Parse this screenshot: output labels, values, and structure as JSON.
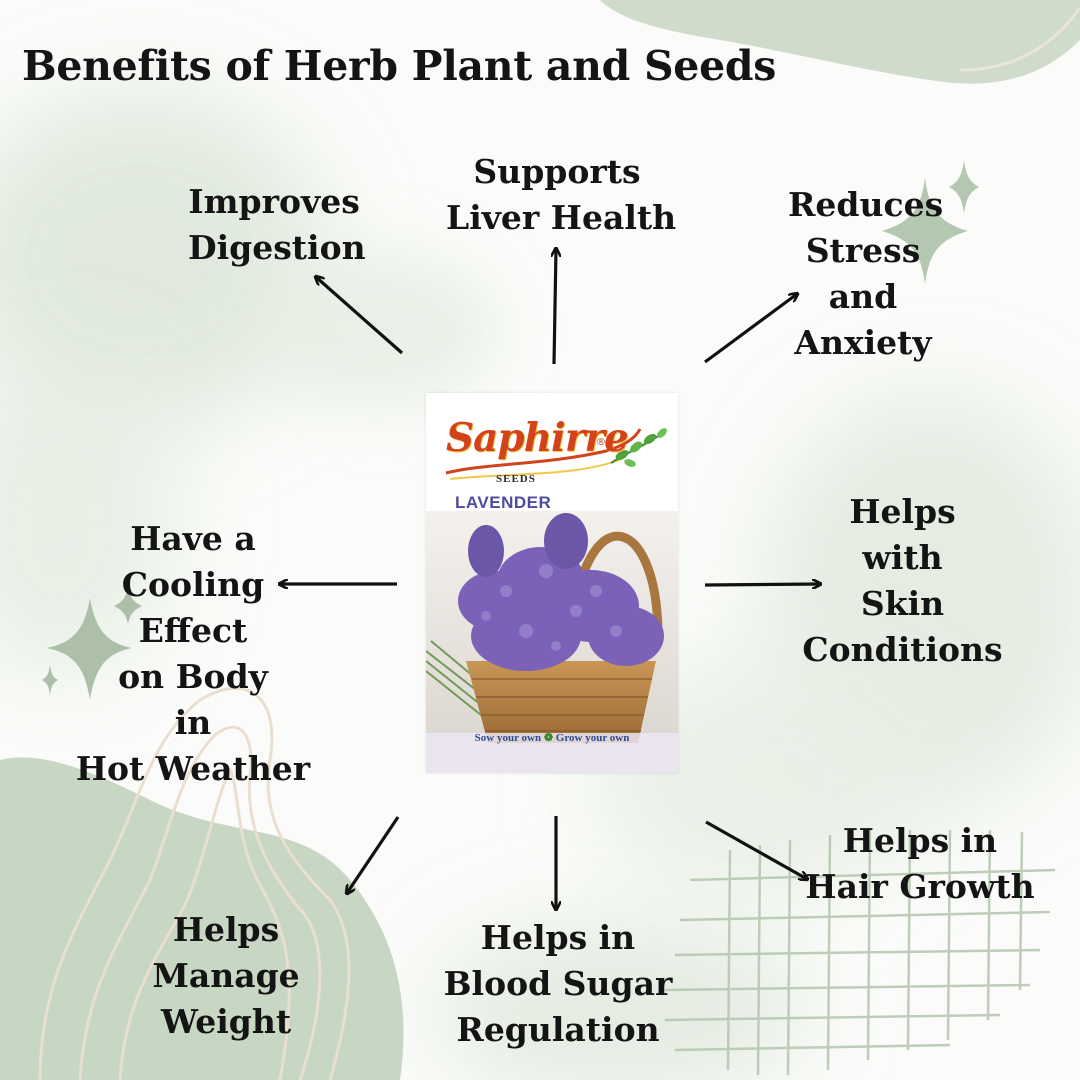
{
  "title": "Benefits of Herb Plant and Seeds",
  "benefits": {
    "improves_digestion": [
      "Improves",
      "Digestion"
    ],
    "liver_health": [
      "Supports",
      "Liver Health"
    ],
    "reduces_stress": [
      "Reduces",
      "Stress",
      "and",
      "Anxiety"
    ],
    "cooling_effect": [
      "Have a",
      "Cooling",
      "Effect",
      "on Body",
      "in",
      "Hot Weather"
    ],
    "skin_conditions": [
      "Helps",
      "with",
      "Skin",
      "Conditions"
    ],
    "manage_weight": [
      "Helps",
      "Manage",
      "Weight"
    ],
    "blood_sugar": [
      "Helps in",
      "Blood Sugar",
      "Regulation"
    ],
    "hair_growth": [
      "Helps in",
      "Hair Growth"
    ]
  },
  "packet": {
    "brand": "Saphirre",
    "registered": "®",
    "brand_sub": "SEEDS",
    "variety": "LAVENDER",
    "tagline_left": "Sow your own",
    "tagline_right": "Grow your own"
  },
  "colors": {
    "sage": "#cfdccc",
    "sage_dark": "#b9cbb5",
    "lavender": "#7b62b8",
    "brand_orange": "#d2431c",
    "arrow": "#111111"
  }
}
